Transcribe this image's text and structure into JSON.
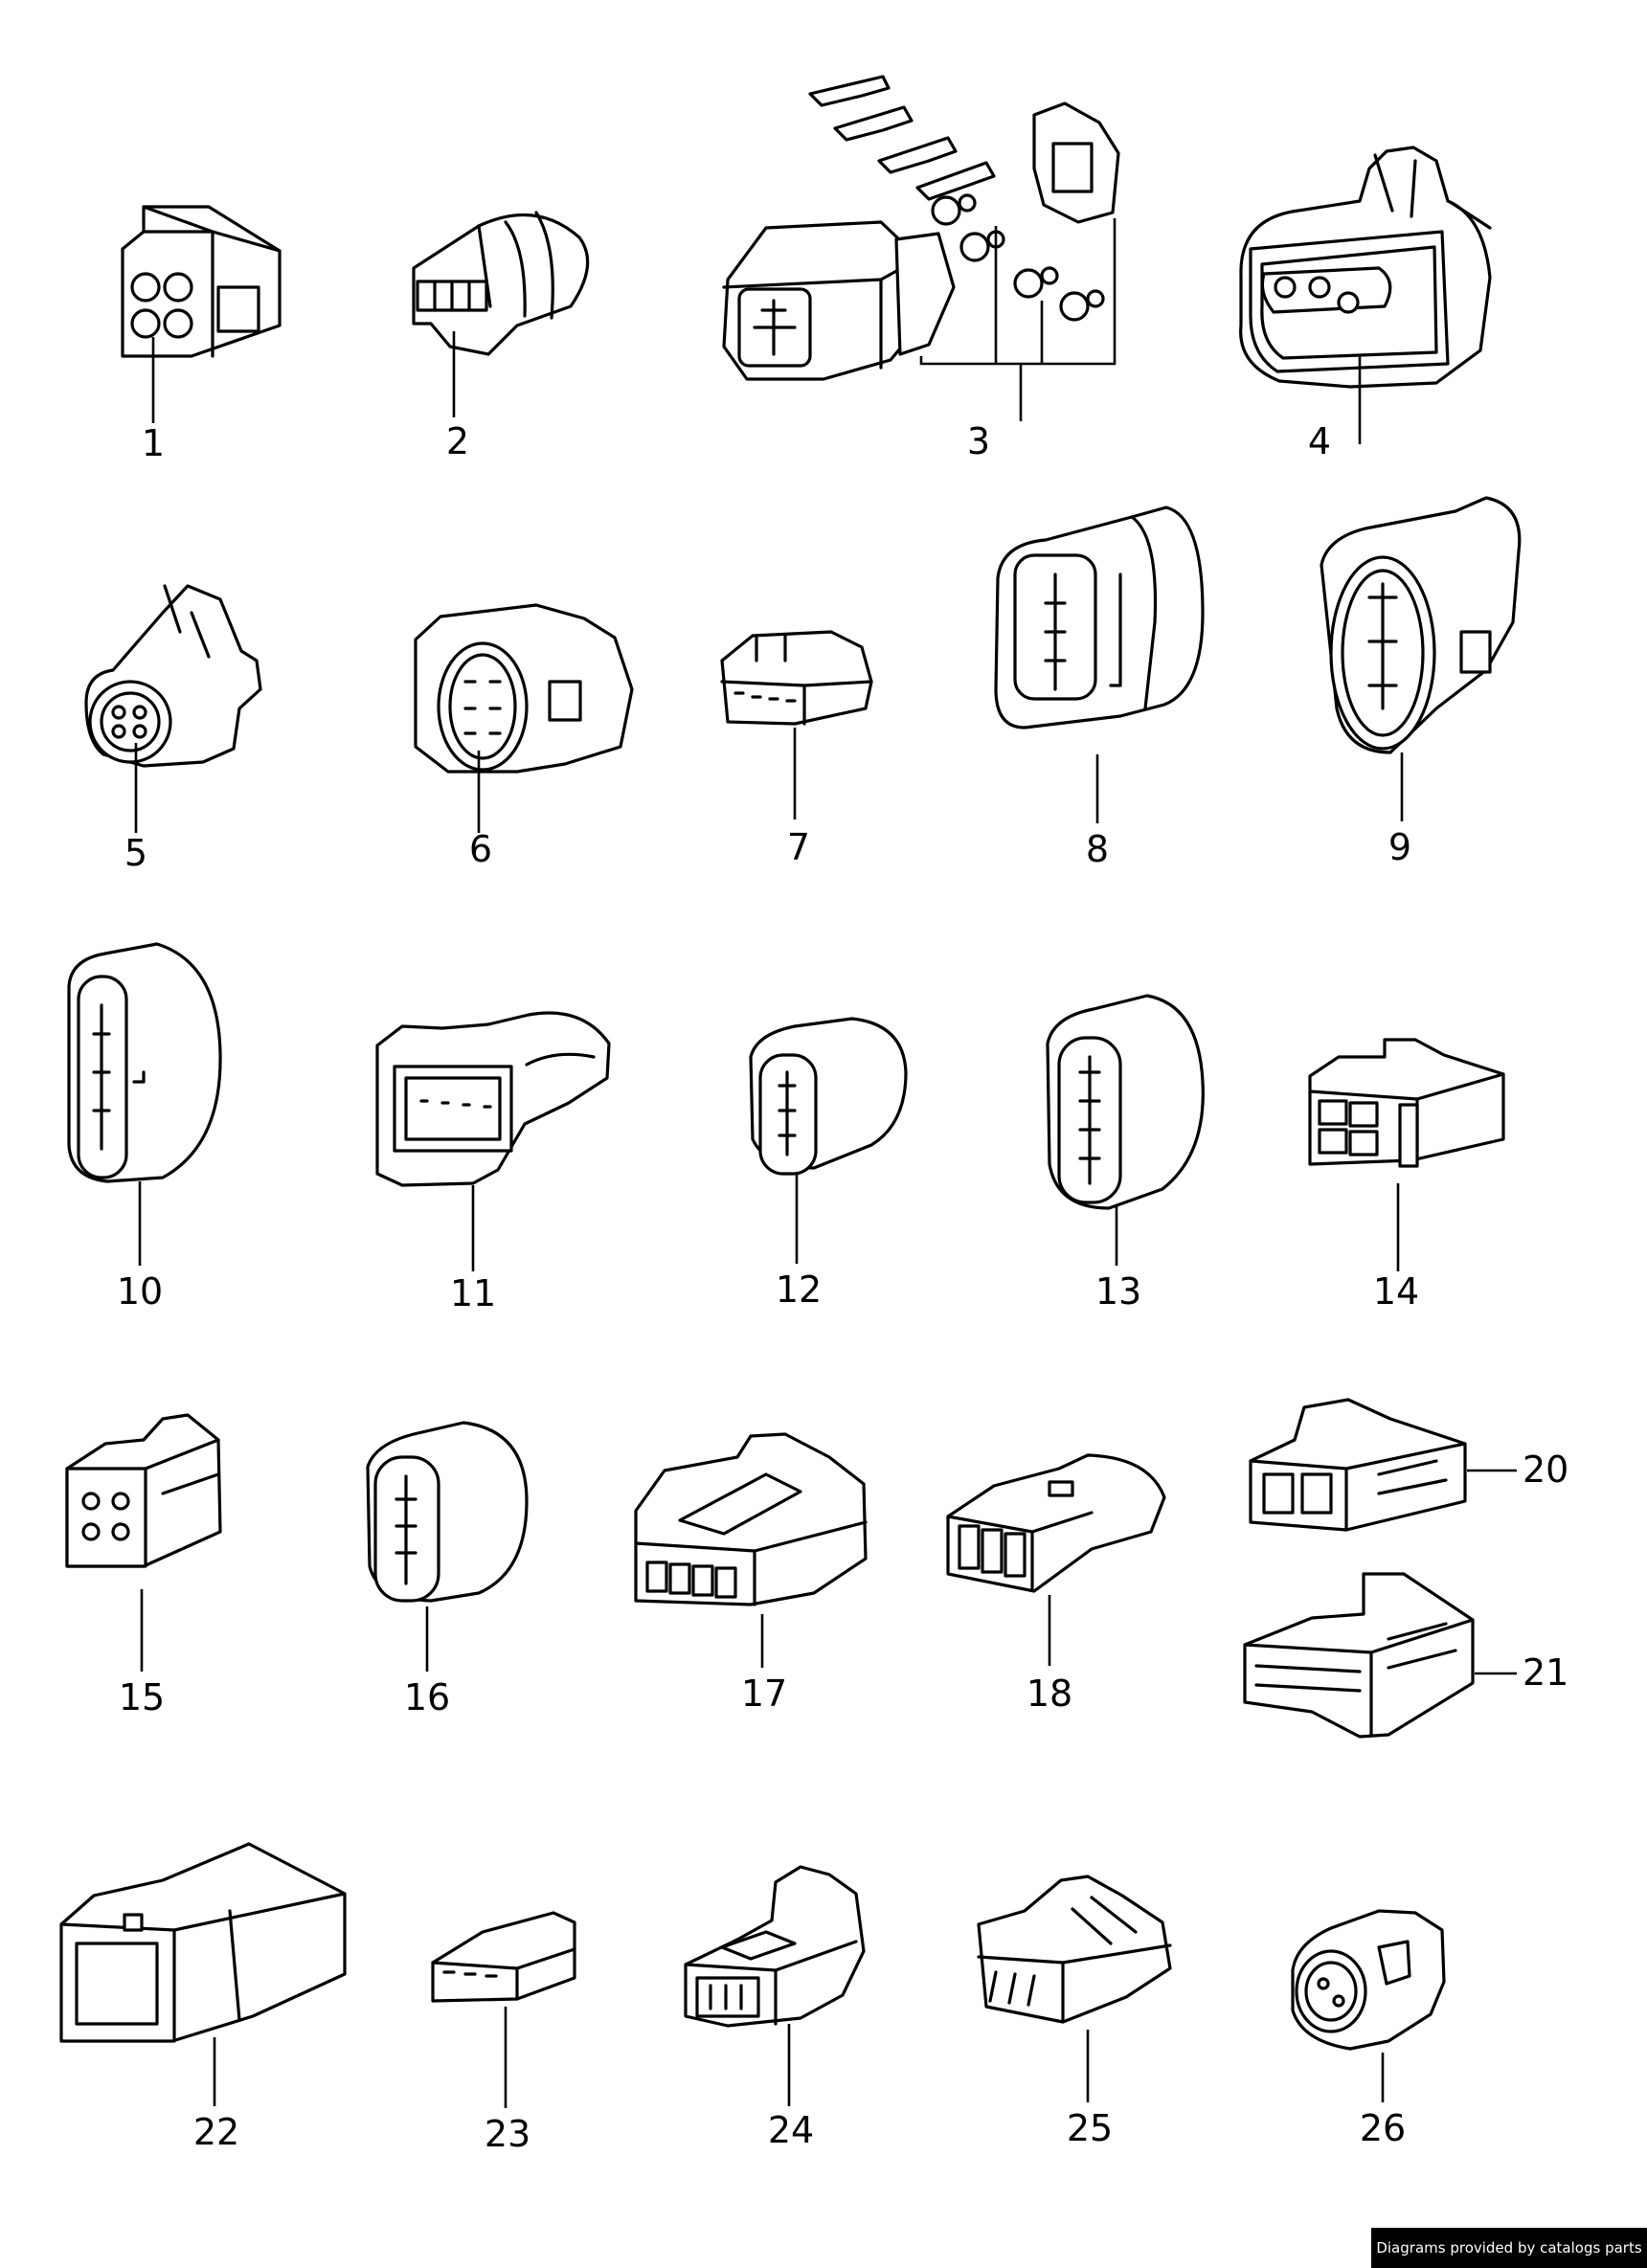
{
  "labels": {
    "p1": "1",
    "p2": "2",
    "p3": "3",
    "p4": "4",
    "p5": "5",
    "p6": "6",
    "p7": "7",
    "p8": "8",
    "p9": "9",
    "p10": "10",
    "p11": "11",
    "p12": "12",
    "p13": "13",
    "p14": "14",
    "p15": "15",
    "p16": "16",
    "p17": "17",
    "p18": "18",
    "p19": "20",
    "p20": "21",
    "p21": "22",
    "p22": "23",
    "p23": "24",
    "p24": "25",
    "p25": "26"
  },
  "footer": {
    "credit": "Diagrams provided by catalogs parts"
  }
}
